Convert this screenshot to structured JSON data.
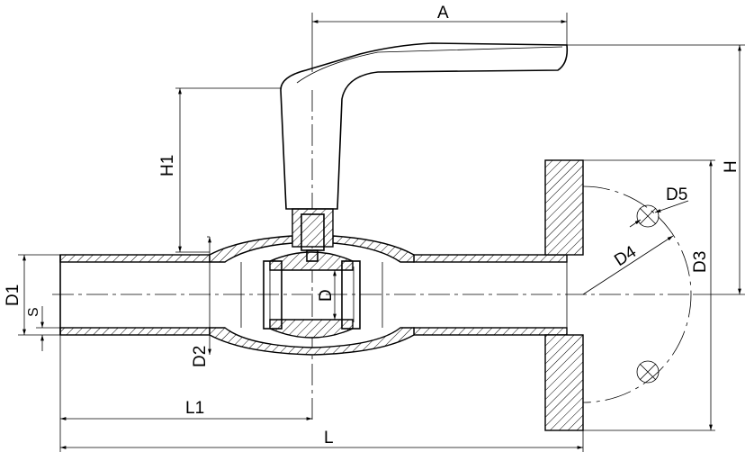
{
  "drawing": {
    "title": "Ball valve with flange and handle - dimension drawing",
    "dimensions": {
      "A": "A",
      "H": "H",
      "H1": "H1",
      "D1": "D1",
      "S": "S",
      "D": "D",
      "D2": "D2",
      "L1": "L1",
      "L": "L",
      "D3": "D3",
      "D4": "D4",
      "D5": "D5"
    }
  }
}
